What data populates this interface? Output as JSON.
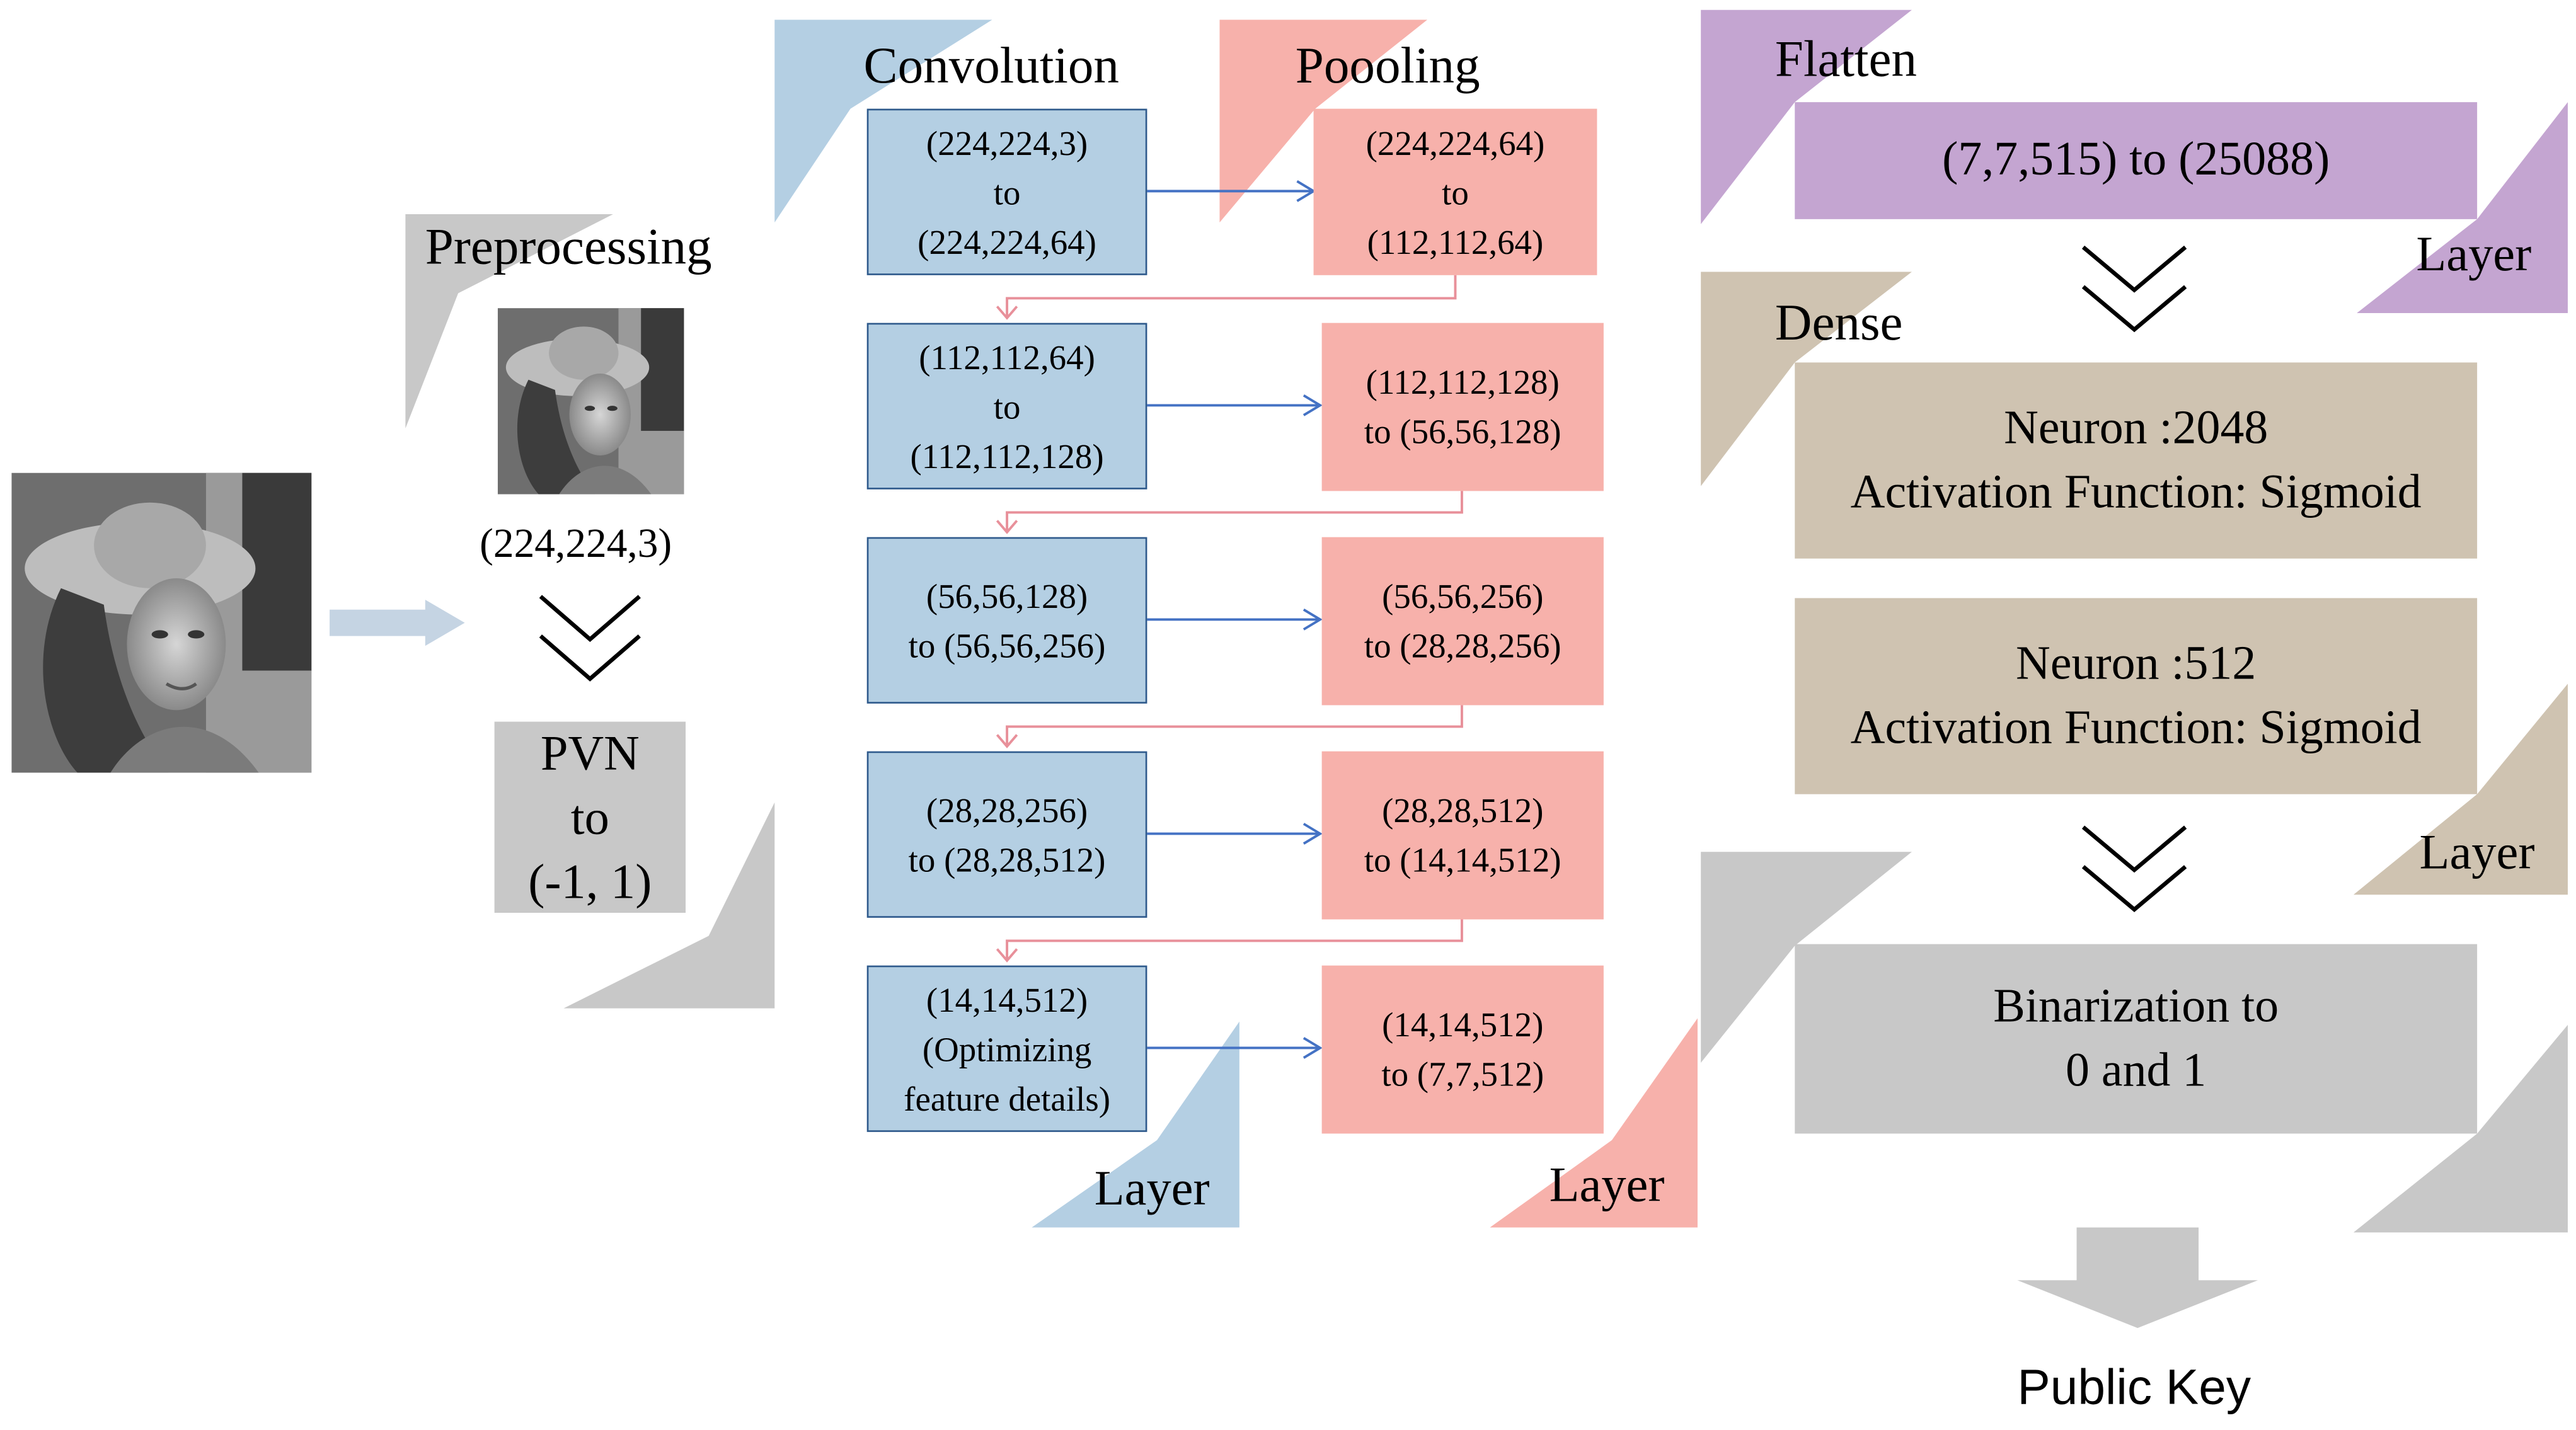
{
  "colors": {
    "conv_fill": "#b4cfe3",
    "conv_border": "#2f5a8c",
    "pool_fill": "#f7b1ab",
    "flatten_fill": "#c4a5d1",
    "dense_fill": "#cfc3b1",
    "gray_fill": "#c8c8c8",
    "blue_arrow": "#4472c4",
    "pink_arrow": "#e8909a"
  },
  "input": {
    "image_name": "grayscale-portrait-image"
  },
  "preprocessing": {
    "title": "Preprocessing",
    "size": "(224,224,3)",
    "pvn_lines": [
      "PVN",
      "to",
      "(-1, 1)"
    ]
  },
  "convolution": {
    "title": "Convolution",
    "layer_label": "Layer",
    "boxes": [
      [
        "(224,224,3)",
        "to",
        "(224,224,64)"
      ],
      [
        "(112,112,64)",
        "to",
        "(112,112,128)"
      ],
      [
        "(56,56,128)",
        "to (56,56,256)"
      ],
      [
        "(28,28,256)",
        "to (28,28,512)"
      ],
      [
        "(14,14,512)",
        "(Optimizing",
        "feature details)"
      ]
    ]
  },
  "pooling": {
    "title": "Poooling",
    "layer_label": "Layer",
    "boxes": [
      [
        "(224,224,64)",
        "to",
        "(112,112,64)"
      ],
      [
        "(112,112,128)",
        "to (56,56,128)"
      ],
      [
        "(56,56,256)",
        "to (28,28,256)"
      ],
      [
        "(28,28,512)",
        "to (14,14,512)"
      ],
      [
        "(14,14,512)",
        "to (7,7,512)"
      ]
    ]
  },
  "flatten": {
    "title": "Flatten",
    "text": "(7,7,515) to (25088)",
    "layer_label": "Layer"
  },
  "dense": {
    "title": "Dense",
    "layer_label": "Layer",
    "neurons": [
      [
        "Neuron :2048",
        "Activation Function: Sigmoid"
      ],
      [
        "Neuron :512",
        "Activation Function: Sigmoid"
      ]
    ]
  },
  "binarization": {
    "lines": [
      "Binarization to",
      "0 and 1"
    ]
  },
  "output": {
    "label": "Public Key"
  }
}
